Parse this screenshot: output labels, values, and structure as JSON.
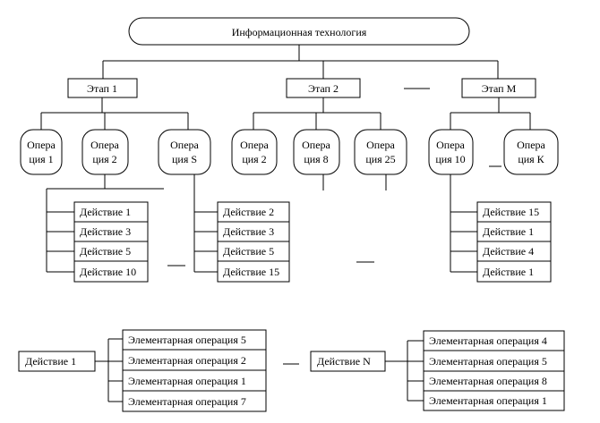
{
  "root": {
    "label": "Информационная технология"
  },
  "stages": [
    {
      "label": "Этап 1"
    },
    {
      "label": "Этап 2"
    },
    {
      "label": "Этап М"
    }
  ],
  "operations": [
    {
      "line1": "Опера",
      "line2": "ция 1"
    },
    {
      "line1": "Опера",
      "line2": "ция 2"
    },
    {
      "line1": "Опера",
      "line2": "ция S"
    },
    {
      "line1": "Опера",
      "line2": "ция 2"
    },
    {
      "line1": "Опера",
      "line2": "ция 8"
    },
    {
      "line1": "Опера",
      "line2": "ция 25"
    },
    {
      "line1": "Опера",
      "line2": "ция 10"
    },
    {
      "line1": "Опера",
      "line2": "ция К"
    }
  ],
  "action_groups": [
    {
      "items": [
        "Действие 1",
        "Действие 3",
        "Действие 5",
        "Действие 10"
      ]
    },
    {
      "items": [
        "Действие 2",
        "Действие 3",
        "Действие 5",
        "Действие 15"
      ]
    },
    {
      "items": [
        "Действие 15",
        "Действие 1",
        "Действие 4",
        "Действие 1"
      ]
    }
  ],
  "elementary": [
    {
      "action_label": "Действие 1",
      "items": [
        "Элементарная операция 5",
        "Элементарная операция 2",
        "Элементарная операция 1",
        "Элементарная операция 7"
      ]
    },
    {
      "action_label": "Действие N",
      "items": [
        "Элементарная операция 4",
        "Элементарная операция 5",
        "Элементарная операция 8",
        "Элементарная операция 1"
      ]
    }
  ]
}
